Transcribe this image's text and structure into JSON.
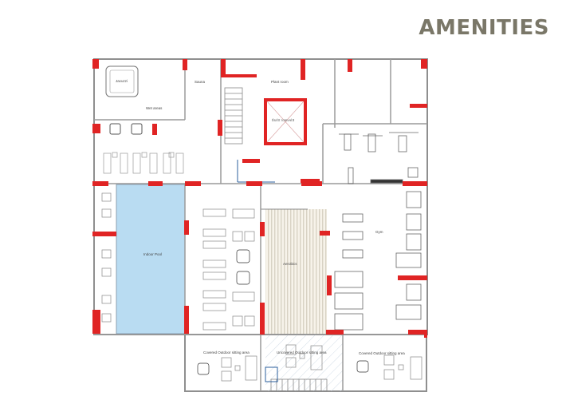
{
  "header": {
    "title": "AMENITIES"
  },
  "colors": {
    "title": "#7a7768",
    "structural_wall": "#e02424",
    "wall": "#9a9a9a",
    "pool_water": "#b9dcf2",
    "aerobics_floor": "#f4efe4",
    "glass": "#2b5f9e"
  },
  "rooms": {
    "jacuzzi": "Jacuzzi",
    "sauna": "Sauna",
    "wet_areas": "Wet areas",
    "plant_room": "Plant room",
    "elevator": "Elevator Shaft",
    "indoor_pool": "Indoor Pool",
    "aerobics": "Aerobics",
    "gym": "Gym",
    "covered_left": "Covered Outdoor sitting area",
    "uncovered": "Uncovered Outdoor sitting area",
    "covered_right": "Covered Outdoor sitting area"
  }
}
